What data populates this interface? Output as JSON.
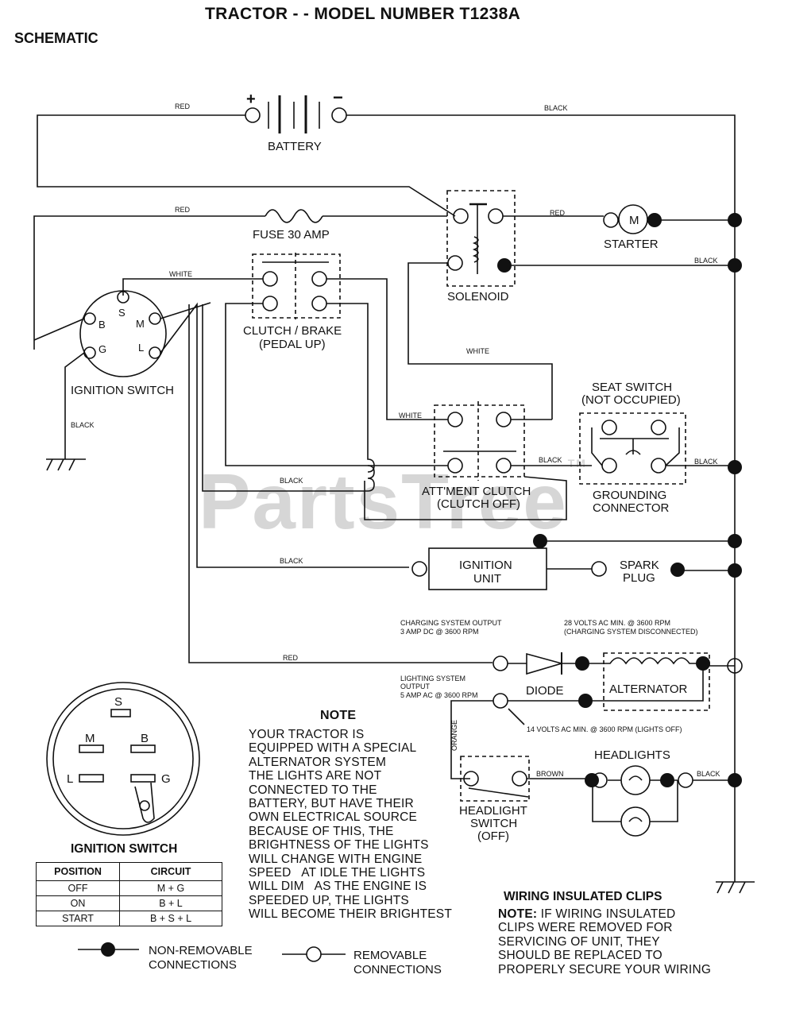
{
  "header": {
    "title": "TRACTOR - - MODEL NUMBER T1238A",
    "subtitle": "SCHEMATIC"
  },
  "watermark": {
    "text": "PartsTree",
    "tm": "TM"
  },
  "components": {
    "battery": "BATTERY",
    "battery_plus": "+",
    "battery_minus": "−",
    "fuse": "FUSE 30 AMP",
    "solenoid": "SOLENOID",
    "starter": "STARTER",
    "starter_symbol": "M",
    "clutch_brake": [
      "CLUTCH / BRAKE",
      "(PEDAL UP)"
    ],
    "seat_switch": [
      "SEAT SWITCH",
      "(NOT OCCUPIED)"
    ],
    "grounding_connector": [
      "GROUNDING",
      "CONNECTOR"
    ],
    "attachment_clutch": [
      "ATT'MENT CLUTCH",
      "(CLUTCH OFF)"
    ],
    "ignition_switch": "IGNITION SWITCH",
    "ignition_unit": [
      "IGNITION",
      "UNIT"
    ],
    "spark_plug": [
      "SPARK",
      "PLUG"
    ],
    "diode": "DIODE",
    "alternator": "ALTERNATOR",
    "headlights": "HEADLIGHTS",
    "headlight_switch": [
      "HEADLIGHT",
      "SWITCH",
      "(OFF)"
    ],
    "switch_terminals": {
      "s": "S",
      "m": "M",
      "b": "B",
      "g": "G",
      "l": "L"
    }
  },
  "wires": {
    "red": "RED",
    "black": "BLACK",
    "white": "WHITE",
    "brown": "BROWN",
    "orange": "ORANGE"
  },
  "annotations": {
    "charging_output": [
      "CHARGING SYSTEM OUTPUT",
      "3 AMP DC @ 3600 RPM"
    ],
    "charging_disconnected": [
      "28 VOLTS AC MIN. @ 3600 RPM",
      "(CHARGING SYSTEM DISCONNECTED)"
    ],
    "lighting_output": [
      "LIGHTING SYSTEM",
      "OUTPUT",
      "5 AMP AC @ 3600 RPM"
    ],
    "lights_off": "14 VOLTS AC MIN. @ 3600 RPM (LIGHTS OFF)"
  },
  "note": {
    "title": "NOTE",
    "body": "YOUR TRACTOR IS\nEQUIPPED WITH A SPECIAL\nALTERNATOR SYSTEM\nTHE LIGHTS ARE NOT\nCONNECTED TO THE\nBATTERY, BUT HAVE THEIR\nOWN ELECTRICAL SOURCE\nBECAUSE OF THIS, THE\nBRIGHTNESS OF THE LIGHTS\nWILL CHANGE WITH ENGINE\nSPEED   AT IDLE THE LIGHTS\nWILL DIM   AS THE ENGINE IS\nSPEEDED UP, THE LIGHTS\nWILL BECOME THEIR BRIGHTEST"
  },
  "wiring_clips": {
    "title": "WIRING INSULATED CLIPS",
    "note_label": "NOTE:",
    "body": " IF WIRING INSULATED\nCLIPS WERE REMOVED FOR\nSERVICING OF UNIT, THEY\nSHOULD BE REPLACED TO\nPROPERLY SECURE YOUR WIRING"
  },
  "ignition_table": {
    "title": "IGNITION SWITCH",
    "headers": [
      "POSITION",
      "CIRCUIT"
    ],
    "rows": [
      [
        "OFF",
        "M + G"
      ],
      [
        "ON",
        "B + L"
      ],
      [
        "START",
        "B + S + L"
      ]
    ]
  },
  "legend": {
    "non_removable": [
      "NON-REMOVABLE",
      "CONNECTIONS"
    ],
    "removable": [
      "REMOVABLE",
      "CONNECTIONS"
    ]
  }
}
